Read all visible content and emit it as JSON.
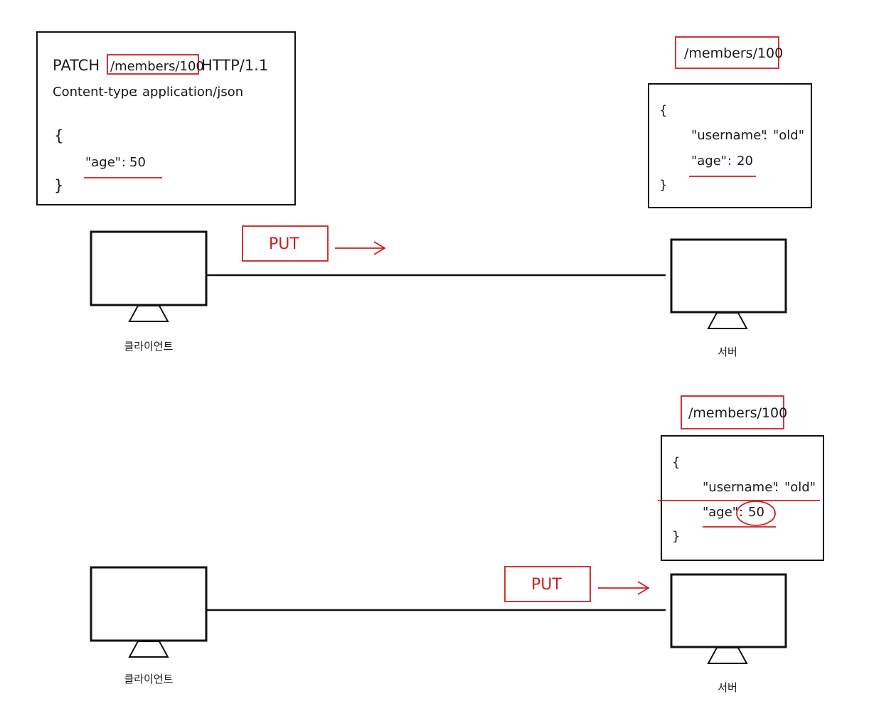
{
  "colors": {
    "ink": "#111111",
    "accent": "#cc1f1f",
    "background": "#ffffff"
  },
  "request": {
    "method": "PATCH",
    "path": "/members/100",
    "protocol": "HTTP/1.1",
    "header_name": "Content-type",
    "header_value": "application/json",
    "open_brace": "{",
    "age_key": "\"age\"",
    "age_value": "50",
    "close_brace": "}"
  },
  "top_scene": {
    "method_label": "PUT",
    "client_label": "클라이언트",
    "server_label": "서버",
    "resource_path": "/members/100",
    "resource": {
      "open_brace": "{",
      "username_key": "\"username\"",
      "username_value": "\"old\"",
      "age_key": "\"age\"",
      "age_value": "20",
      "close_brace": "}"
    }
  },
  "bottom_scene": {
    "method_label": "PUT",
    "client_label": "클라이언트",
    "server_label": "서버",
    "resource_path": "/members/100",
    "resource": {
      "open_brace": "{",
      "username_key": "\"username\"",
      "username_value": "\"old\"",
      "age_key": "\"age\"",
      "age_value": "50",
      "close_brace": "}"
    }
  }
}
